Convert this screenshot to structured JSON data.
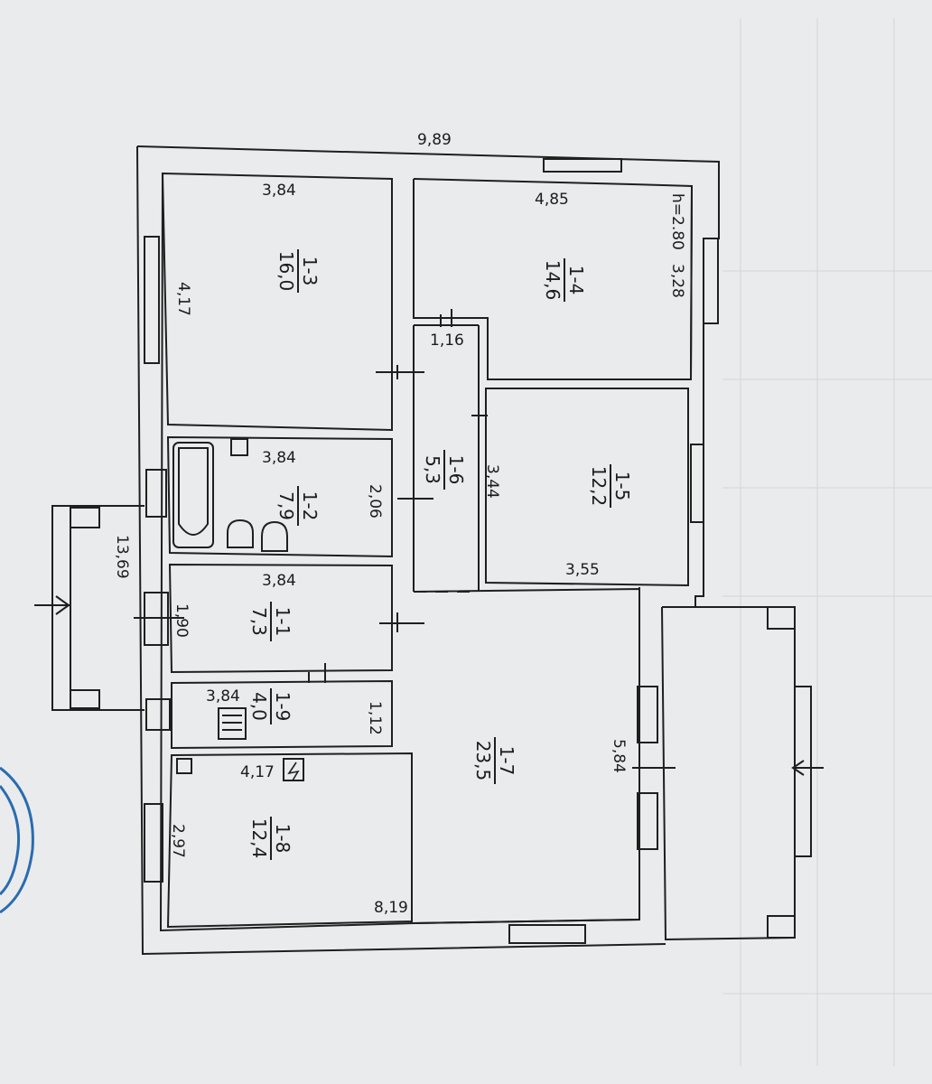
{
  "plan": {
    "overall_width": "9,89",
    "ceiling_height": "h=2.80",
    "left_porch_length": "13,69",
    "total_length": "8,19"
  },
  "rooms": [
    {
      "id": "1-3",
      "area": "16,0",
      "dims": [
        "3,84",
        "4,17"
      ]
    },
    {
      "id": "1-4",
      "area": "14,6",
      "dims": [
        "4,85",
        "3,28"
      ]
    },
    {
      "id": "1-2",
      "area": "7,9",
      "dims": [
        "3,84",
        "2,06"
      ]
    },
    {
      "id": "1-6",
      "area": "5,3",
      "dims": [
        "1,16",
        "3,44"
      ]
    },
    {
      "id": "1-5",
      "area": "12,2",
      "dims": [
        "3,55"
      ]
    },
    {
      "id": "1-1",
      "area": "7,3",
      "dims": [
        "3,84",
        "1,90"
      ]
    },
    {
      "id": "1-9",
      "area": "4,0",
      "dims": [
        "3,84",
        "1,12"
      ]
    },
    {
      "id": "1-7",
      "area": "23,5",
      "dims": [
        "5,84"
      ]
    },
    {
      "id": "1-8",
      "area": "12,4",
      "dims": [
        "4,17",
        "2,97"
      ]
    }
  ]
}
